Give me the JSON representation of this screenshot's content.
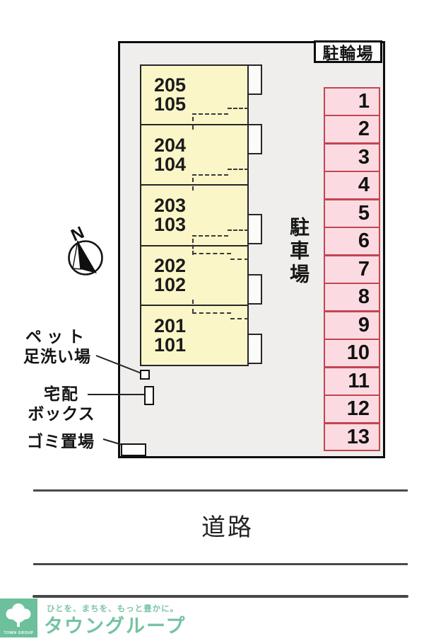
{
  "site_plan": {
    "bicycle_parking": {
      "label": "駐輪場"
    },
    "car_park": {
      "label": "駐車場"
    },
    "building": {
      "units": [
        {
          "upper": "205",
          "lower": "105"
        },
        {
          "upper": "204",
          "lower": "104"
        },
        {
          "upper": "203",
          "lower": "103"
        },
        {
          "upper": "202",
          "lower": "102"
        },
        {
          "upper": "201",
          "lower": "101"
        }
      ]
    },
    "parking_spaces": {
      "numbers": [
        "1",
        "2",
        "3",
        "4",
        "5",
        "6",
        "7",
        "8",
        "9",
        "10",
        "11",
        "12",
        "13"
      ]
    },
    "compass": {
      "label": "N"
    },
    "callouts": {
      "pet_wash": {
        "line1": "ペット",
        "line2": "足洗い場"
      },
      "delivery_box": {
        "line1": "宅配",
        "line2": "ボックス"
      },
      "garbage": {
        "label": "ゴミ置場"
      }
    },
    "road": {
      "label": "道路"
    }
  },
  "footer": {
    "tagline": "ひとを、まちを、もっと豊かに。",
    "brand": "タウングループ",
    "logo_text": "TOWN GROUP",
    "brand_color": "#6cc09c",
    "brand_text_color": "#74c3a2"
  },
  "colors": {
    "site_background": "#efeeec",
    "unit_fill": "#faf6c8",
    "unit_border": "#262626",
    "parking_fill": "#fbdbe1",
    "parking_border": "#c24552",
    "boundary": "#0d0d0d",
    "road_line": "#4a4a4a"
  }
}
